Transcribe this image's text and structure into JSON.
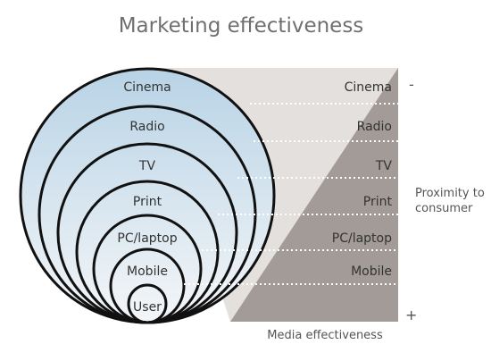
{
  "title": "Marketing effectiveness",
  "circle_labels": [
    "Cinema",
    "Radio",
    "TV",
    "Print",
    "PC/laptop",
    "Mobile",
    "User"
  ],
  "right_labels": [
    "Cinema",
    "Radio",
    "TV",
    "Print",
    "PC/laptop",
    "Mobile"
  ],
  "axis": {
    "x_label": "Media effectiveness",
    "y_label_line1": "Proximity to",
    "y_label_line2": "consumer",
    "minus_sign": "-",
    "plus_sign": "+"
  },
  "colors": {
    "title": "#6f6f6f",
    "circle_stroke": "#111111",
    "gradient_top": "#b8d3e6",
    "gradient_bottom": "#f4f6f8",
    "triangle_light": "#e4e0dd",
    "triangle_dark": "#a29b97",
    "axis_text": "#555555",
    "label_text": "#333333",
    "dotted": "#ffffff"
  }
}
